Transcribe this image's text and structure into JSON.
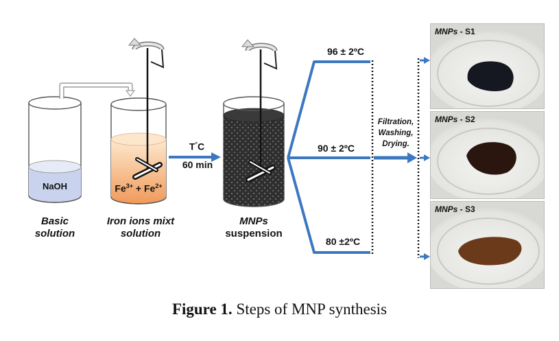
{
  "beakers": {
    "basic": {
      "liquid": "NaOH",
      "label_line1": "Basic",
      "label_line2": "solution"
    },
    "iron": {
      "liquid_main": "Fe",
      "sup1": "3+",
      "plus": " + Fe",
      "sup2": "2+",
      "label_line1": "Iron ions mixt",
      "label_line2": "solution"
    },
    "mnps": {
      "label_line1": "MNPs",
      "label_line2": "suspension"
    }
  },
  "reaction_arrow": {
    "line1": "T",
    "degree": "°",
    "unit": "C",
    "line2": "60 min"
  },
  "branches": [
    {
      "temperature": "96 ± 2ºC"
    },
    {
      "temperature": "90 ± 2ºC"
    },
    {
      "temperature": "80 ±2ºC"
    }
  ],
  "process": {
    "line1": "Filtration,",
    "line2": "Washing,",
    "line3": "Drying."
  },
  "samples": [
    {
      "prefix": "MNPs",
      "suffix": " - S1",
      "color": "#151820"
    },
    {
      "prefix": "MNPs",
      "suffix": " - S2",
      "color": "#2a160e"
    },
    {
      "prefix": "MNPs",
      "suffix": " - S3",
      "color": "#6b3a1a"
    }
  ],
  "caption": {
    "bold": "Figure 1.",
    "rest": " Steps of MNP synthesis"
  },
  "colors": {
    "arrow_blue": "#3c78c0",
    "naoh": "#c9d3ee",
    "iron_top": "#fbe3c6",
    "iron_bottom": "#f0a86a"
  }
}
